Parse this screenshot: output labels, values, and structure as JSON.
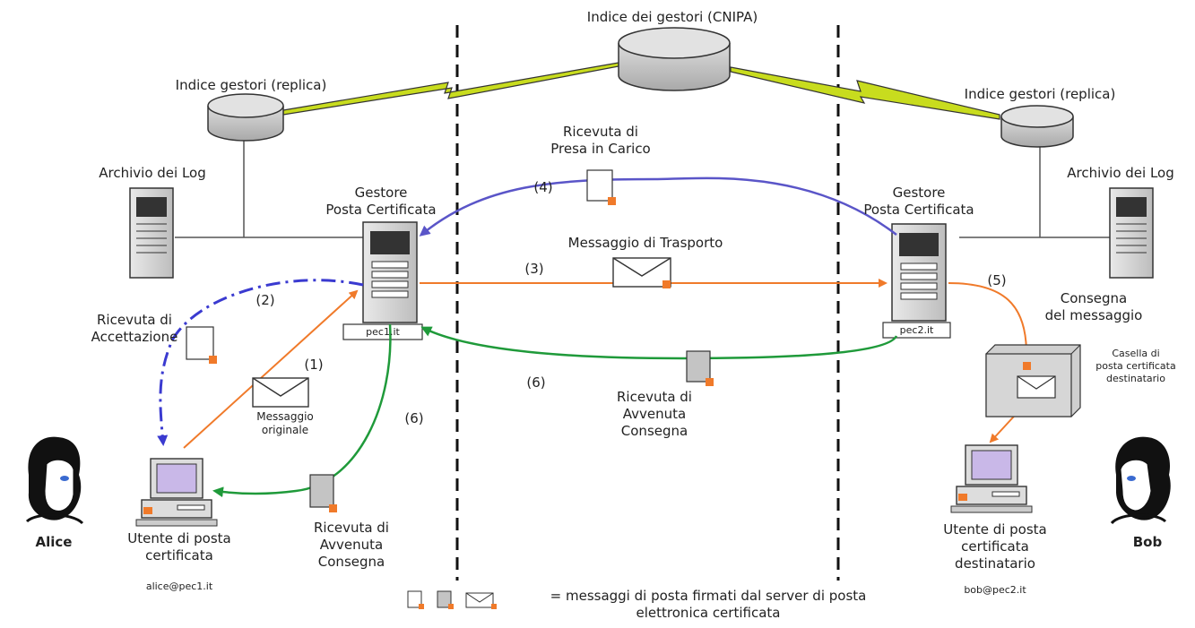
{
  "labels": {
    "cnipa": "Indice dei gestori (CNIPA)",
    "replica_left": "Indice gestori (replica)",
    "replica_right": "Indice gestori (replica)",
    "archivio_left": "Archivio dei Log",
    "archivio_right": "Archivio dei Log",
    "gestore_left_1": "Gestore",
    "gestore_left_2": "Posta Certificata",
    "gestore_right_1": "Gestore",
    "gestore_right_2": "Posta Certificata",
    "server_left": "pec1.it",
    "server_right": "pec2.it",
    "presa_1": "Ricevuta di",
    "presa_2": "Presa in Carico",
    "trasporto": "Messaggio di Trasporto",
    "accettazione_1": "Ricevuta di",
    "accettazione_2": "Accettazione",
    "originale_1": "Messaggio",
    "originale_2": "originale",
    "avvenuta_mid_1": "Ricevuta di",
    "avvenuta_mid_2": "Avvenuta",
    "avvenuta_mid_3": "Consegna",
    "avvenuta_left_1": "Ricevuta di",
    "avvenuta_left_2": "Avvenuta",
    "avvenuta_left_3": "Consegna",
    "consegna_1": "Consegna",
    "consegna_2": "del messaggio",
    "casella_1": "Casella di",
    "casella_2": "posta certificata",
    "casella_3": "destinatario",
    "alice": "Alice",
    "bob": "Bob",
    "utente_left_1": "Utente di posta",
    "utente_left_2": "certificata",
    "email_left": "alice@pec1.it",
    "utente_right_1": "Utente di posta",
    "utente_right_2": "certificata",
    "utente_right_3": "destinatario",
    "email_right": "bob@pec2.it",
    "legend_1": "= messaggi di posta firmati dal server di posta",
    "legend_2": "elettronica certificata"
  },
  "steps": {
    "s1": "(1)",
    "s2": "(2)",
    "s3": "(3)",
    "s4": "(4)",
    "s5": "(5)",
    "s6_mid": "(6)",
    "s6_left": "(6)"
  },
  "colors": {
    "orange": "#f07a2a",
    "blue": "#3a3ad0",
    "purple_blue": "#5a55c8",
    "green": "#1f9a3a",
    "lightning": "#c8dc1e",
    "gray": "#b8b8b8",
    "dark": "#3a3a3a"
  },
  "icons": [
    "database-icon",
    "server-icon",
    "envelope-icon",
    "document-icon",
    "computer-icon",
    "person-icon",
    "lightning-icon"
  ]
}
